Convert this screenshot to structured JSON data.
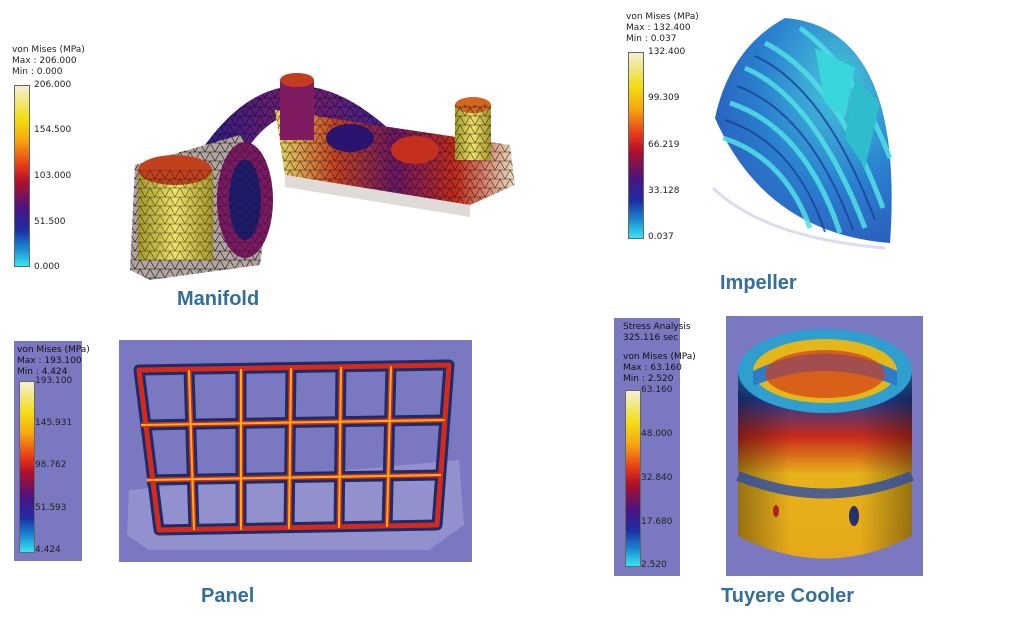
{
  "manifold": {
    "legend": {
      "title": "von Mises (MPa)",
      "max": "Max : 206.000",
      "min": "Min : 0.000",
      "ticks": [
        "206.000",
        "154.500",
        "103.000",
        "51.500",
        "0.000"
      ]
    },
    "caption": "Manifold"
  },
  "impeller": {
    "legend": {
      "title": "von Mises (MPa)",
      "max": "Max : 132.400",
      "min": "Min : 0.037",
      "ticks": [
        "132.400",
        "99.309",
        "66.219",
        "33.128",
        "0.037"
      ]
    },
    "caption": "Impeller"
  },
  "panel": {
    "legend": {
      "title": "von Mises (MPa)",
      "max": "Max : 193.100",
      "min": "Min : 4.424",
      "ticks": [
        "193.100",
        "145.931",
        "98.762",
        "51.593",
        "4.424"
      ]
    },
    "caption": "Panel"
  },
  "tuyere": {
    "legend": {
      "header1": "Stress Analysis",
      "header2": "325.116 sec",
      "title": "von Mises (MPa)",
      "max": "Max : 63.160",
      "min": "Min : 2.520",
      "ticks": [
        "63.160",
        "48.000",
        "32.840",
        "17.680",
        "2.520"
      ]
    },
    "caption": "Tuyere Cooler"
  }
}
